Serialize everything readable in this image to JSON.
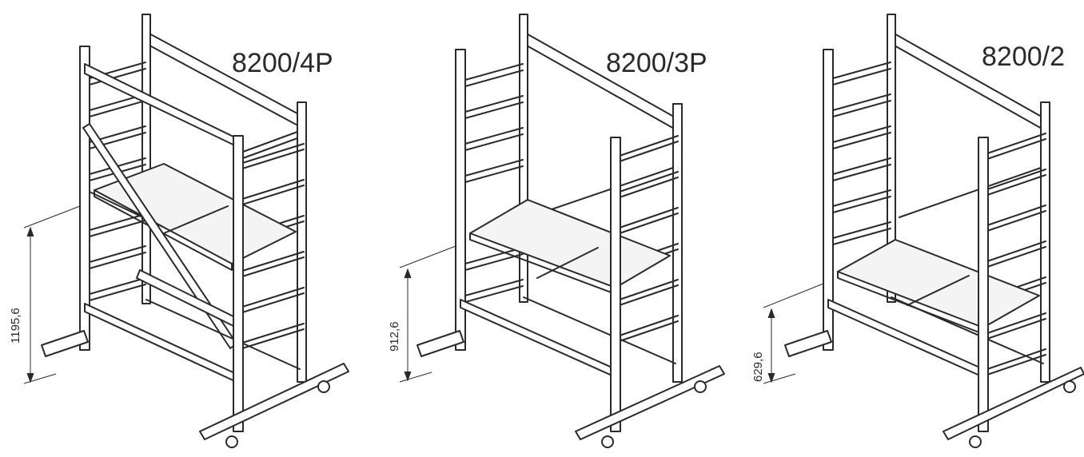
{
  "diagram": {
    "units": [
      {
        "model": "8200/4P",
        "platform_height": "1195,6"
      },
      {
        "model": "8200/3P",
        "platform_height": "912,6"
      },
      {
        "model": "8200/2",
        "platform_height": "629,6"
      }
    ]
  },
  "colors": {
    "line": "#2a2a2a",
    "background": "#ffffff",
    "fill_light": "#f4f4f4"
  }
}
